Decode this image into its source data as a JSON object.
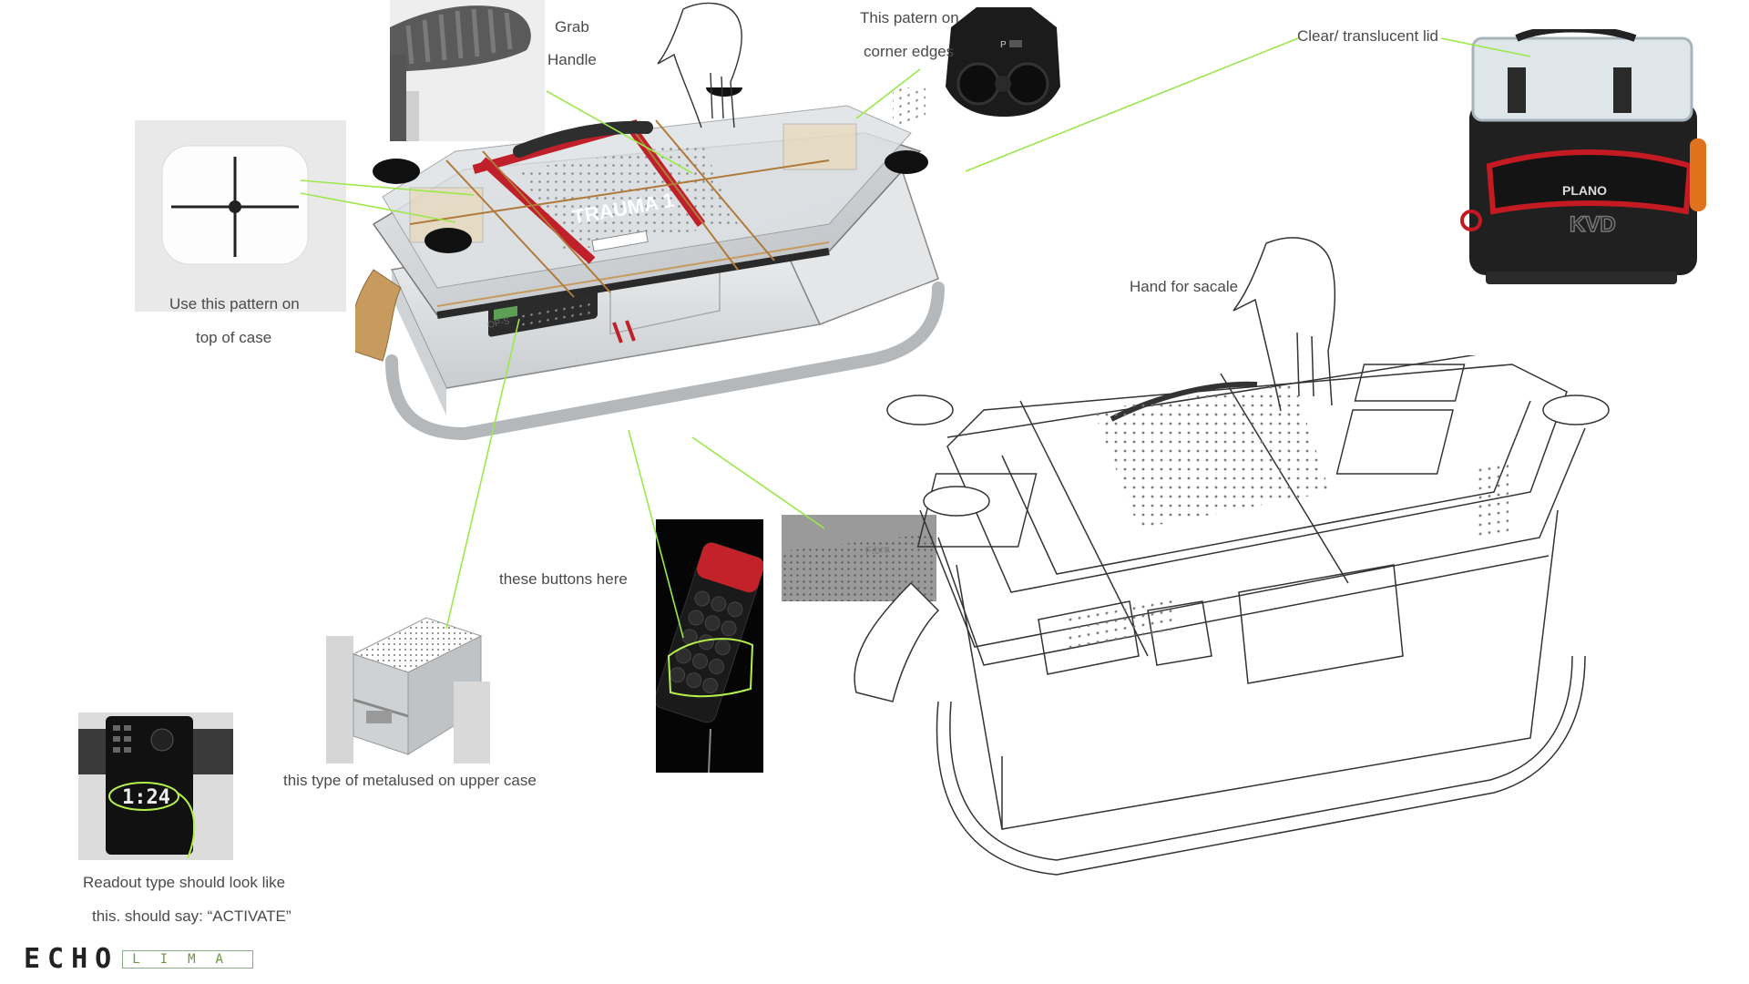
{
  "annotations": {
    "grab_handle": [
      "Grab",
      "Handle"
    ],
    "corner_pattern": [
      "This patern on",
      "corner edges"
    ],
    "clear_lid": "Clear/ translucent lid",
    "top_pattern": [
      "Use this pattern on",
      "top of case"
    ],
    "hand_scale": "Hand for sacale",
    "buttons": "these buttons here",
    "metal": "this type of metalused on upper case",
    "readout": [
      "Readout type should look like",
      "this. should say: “ACTIVATE”"
    ]
  },
  "render_labels": {
    "case_name": "TRAUMA 1",
    "tag": "OP-S",
    "perf_brand": "Fibra",
    "bag_brand": "PLANO",
    "bag_model": "KVD",
    "clock_readout": "1:24",
    "speaker_label": "P"
  },
  "brand": {
    "primary": "ECHO",
    "secondary": "LIMA"
  },
  "colors": {
    "leader": "#9be84a",
    "strap_red": "#c0202a",
    "cord": "#b07a3a",
    "shoulder_strap": "#c79a5e",
    "brand_green": "#6a9a3a",
    "body": "#e8eaec",
    "dark": "#1a1a1a"
  }
}
